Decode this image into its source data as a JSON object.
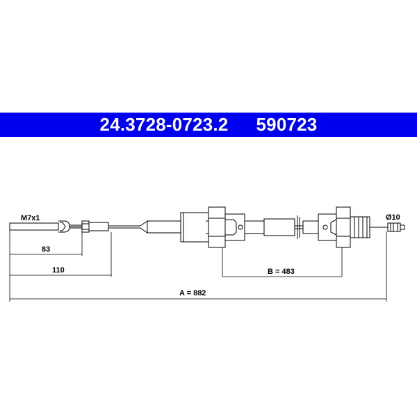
{
  "header": {
    "part_number": "24.3728-0723.2",
    "ref_number": "590723",
    "background": "#0000f0",
    "text_color": "#ffffff"
  },
  "drawing": {
    "labels": {
      "thread": "M7x1",
      "diameter": "Ø10",
      "dim_83": "83",
      "dim_110": "110",
      "dim_b": "B = 483",
      "dim_a": "A = 882"
    },
    "line_color": "#000000"
  }
}
